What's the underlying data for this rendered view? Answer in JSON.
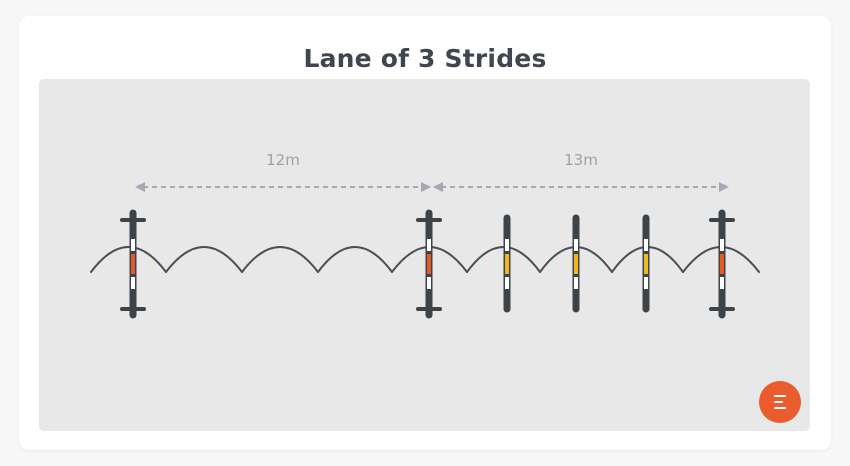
{
  "title": "Lane of 3 Strides",
  "distances": [
    {
      "label": "12m",
      "value_m": 12
    },
    {
      "label": "13m",
      "value_m": 13
    }
  ],
  "poles": [
    {
      "type": "main",
      "band_color": "#e45a28"
    },
    {
      "type": "main",
      "band_color": "#e45a28"
    },
    {
      "type": "stride",
      "band_color": "#f2b824"
    },
    {
      "type": "stride",
      "band_color": "#f2b824"
    },
    {
      "type": "stride",
      "band_color": "#f2b824"
    },
    {
      "type": "main",
      "band_color": "#e45a28"
    }
  ],
  "colors": {
    "pole": "#3d4449",
    "pole_white": "#ffffff",
    "arc": "#4a4f55",
    "arrow": "#a9a7b3",
    "accent": "#ea5b2d",
    "canvas_bg": "#e8e8e8"
  },
  "menu_button": {
    "icon": "menu-icon"
  }
}
